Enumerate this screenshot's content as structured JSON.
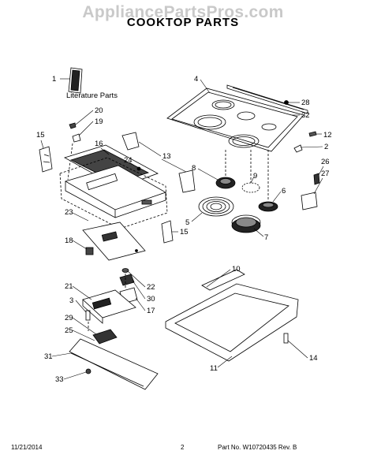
{
  "watermark": "AppliancePartsPros.com",
  "title": "COOKTOP PARTS",
  "manual_label": "Literature Parts",
  "callouts": [
    "1",
    "4",
    "28",
    "32",
    "12",
    "2",
    "20",
    "19",
    "15",
    "16",
    "13",
    "24",
    "8",
    "9",
    "26",
    "27",
    "6",
    "5",
    "7",
    "23",
    "15",
    "18",
    "10",
    "21",
    "22",
    "3",
    "30",
    "17",
    "29",
    "25",
    "31",
    "33",
    "11",
    "14"
  ],
  "footer": {
    "date": "11/21/2014",
    "page": "2",
    "part_no": "Part No. W10720435  Rev. B"
  }
}
